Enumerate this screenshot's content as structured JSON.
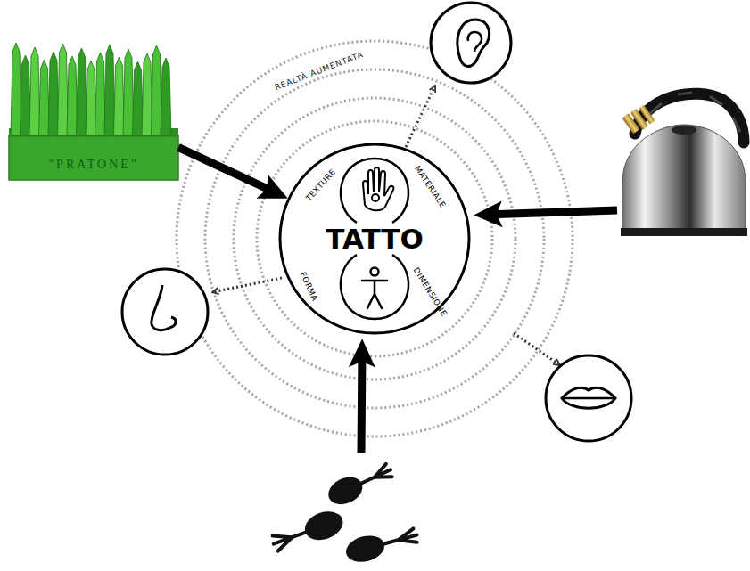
{
  "diagram": {
    "nodes": [
      {
        "text": [
          "\"PRATONE\""
        ]
      },
      {
        "text": [
          "TATTO",
          "TEXTURE",
          "MATERIALE",
          "DIMENSIONE",
          "FORMA"
        ]
      }
    ],
    "edges": [
      {
        "from": 0,
        "to": 1,
        "arrow": "to"
      }
    ],
    "labels": [
      "REALTÀ AUMENTATA"
    ]
  }
}
